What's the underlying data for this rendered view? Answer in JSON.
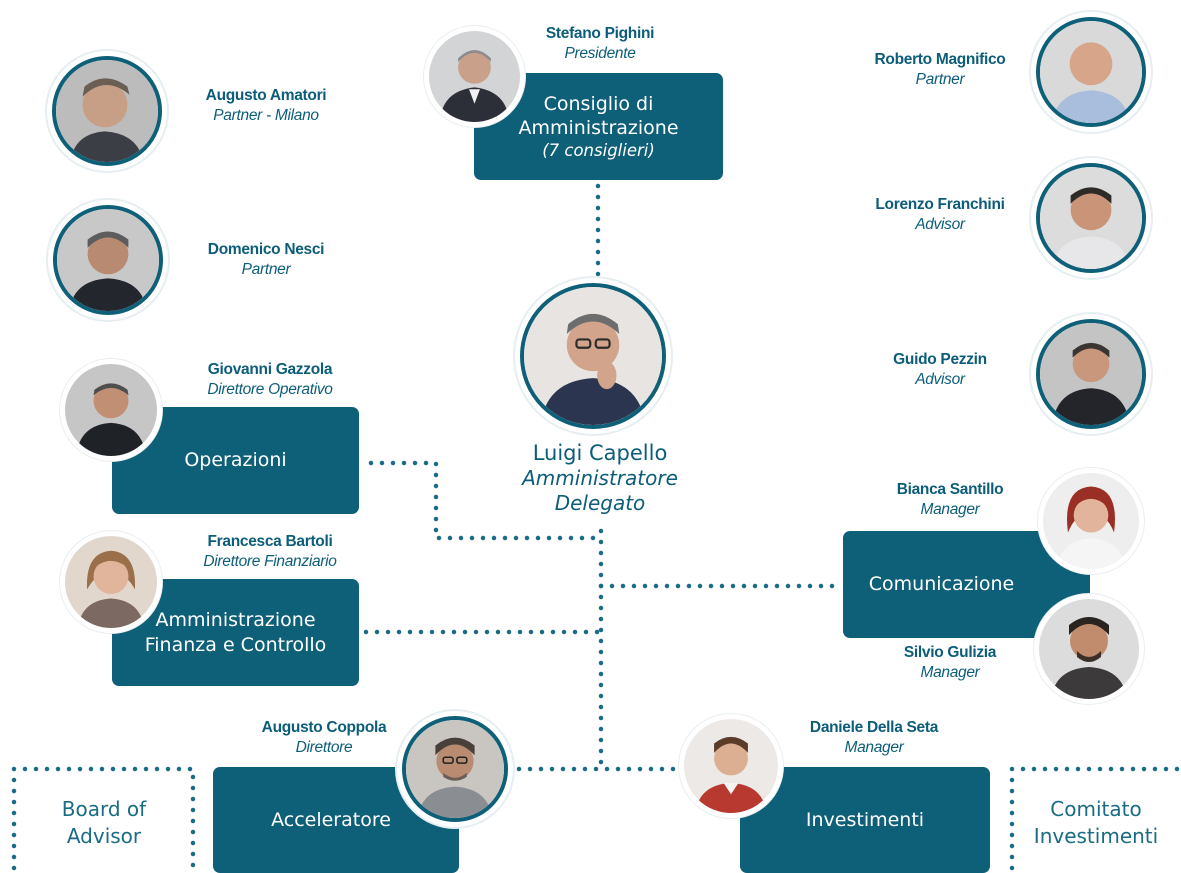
{
  "units": {
    "cda": {
      "title": "Consiglio di\nAmministrazione",
      "subtitle": "(7 consiglieri)"
    },
    "operazioni": {
      "title": "Operazioni"
    },
    "afc": {
      "title": "Amministrazione\nFinanza e Controllo"
    },
    "comunicazione": {
      "title": "Comunicazione"
    },
    "acceleratore": {
      "title": "Acceleratore"
    },
    "investimenti": {
      "title": "Investimenti"
    }
  },
  "committees": {
    "board": "Board of\nAdvisor",
    "comitato": "Comitato\nInvestimenti"
  },
  "people": {
    "pighini": {
      "name": "Stefano Pighini",
      "role": "Presidente"
    },
    "amatori": {
      "name": "Augusto Amatori",
      "role": "Partner - Milano"
    },
    "nesci": {
      "name": "Domenico Nesci",
      "role": "Partner"
    },
    "gazzola": {
      "name": "Giovanni Gazzola",
      "role": "Direttore Operativo"
    },
    "bartoli": {
      "name": "Francesca Bartoli",
      "role": "Direttore Finanziario"
    },
    "capello": {
      "name": "Luigi Capello",
      "role": "Amministratore\nDelegato"
    },
    "magnifico": {
      "name": "Roberto Magnifico",
      "role": "Partner"
    },
    "franchini": {
      "name": "Lorenzo Franchini",
      "role": "Advisor"
    },
    "pezzin": {
      "name": "Guido Pezzin",
      "role": "Advisor"
    },
    "santillo": {
      "name": "Bianca Santillo",
      "role": "Manager"
    },
    "gulizia": {
      "name": "Silvio Gulizia",
      "role": "Manager"
    },
    "coppola": {
      "name": "Augusto Coppola",
      "role": "Direttore"
    },
    "dellaseta": {
      "name": "Daniele Della Seta",
      "role": "Manager"
    }
  },
  "colors": {
    "brand": "#0e5f78",
    "text": "#0c5d79",
    "connector": "#1a6b85",
    "background": "#ffffff"
  }
}
